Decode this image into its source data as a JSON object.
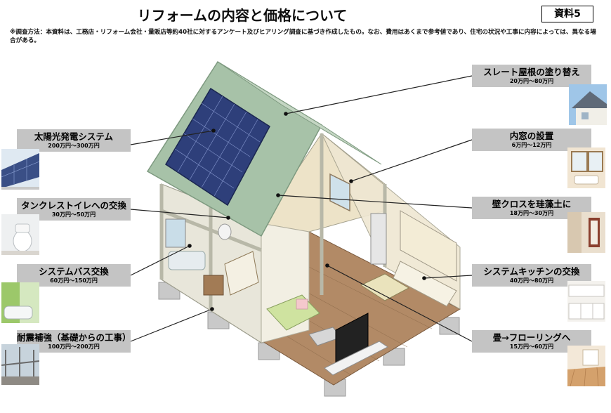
{
  "title": "リフォームの内容と価格について",
  "doc_label": "資料5",
  "note": "※調査方法：本資料は、工務店・リフォーム会社・量販店等約40社に対するアンケート及びヒアリング調査に基づき作成したもの。なお、費用はあくまで参考値であり、住宅の状況や工事に内容によっては、異なる場合がある。",
  "left_labels": [
    {
      "name": "太陽光発電システム",
      "price": "200万円～300万円"
    },
    {
      "name": "タンクレストイレへの交換",
      "price": "30万円～50万円"
    },
    {
      "name": "システムバス交換",
      "price": "60万円～150万円"
    },
    {
      "name": "耐震補強（基礎からの工事）",
      "price": "100万円～200万円"
    }
  ],
  "right_labels": [
    {
      "name": "スレート屋根の塗り替え",
      "price": "20万円～80万円"
    },
    {
      "name": "内窓の設置",
      "price": "6万円～12万円"
    },
    {
      "name": "壁クロスを珪藻土に",
      "price": "18万円～30万円"
    },
    {
      "name": "システムキッチンの交換",
      "price": "40万円～80万円"
    },
    {
      "name": "畳→フローリングへ",
      "price": "15万円～60万円"
    }
  ]
}
